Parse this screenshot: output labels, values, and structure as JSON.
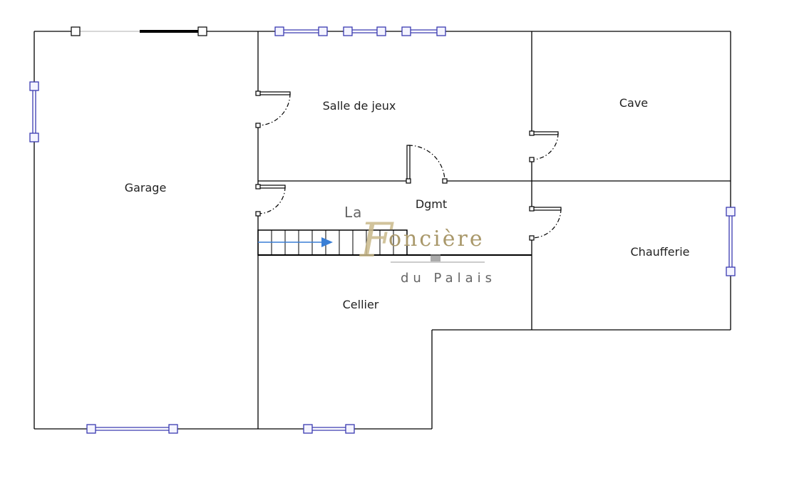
{
  "rooms": {
    "garage": "Garage",
    "salle_de_jeux": "Salle de jeux",
    "cave": "Cave",
    "dgmt": "Dgmt",
    "chaufferie": "Chaufferie",
    "cellier": "Cellier"
  },
  "watermark": {
    "line1": "La",
    "line2_initial": "F",
    "line2_rest": "oncière",
    "line3": "du Palais"
  },
  "colors": {
    "wall": "#000000",
    "window": "#3a3ab0",
    "watermark_gold": "#b8a878"
  }
}
